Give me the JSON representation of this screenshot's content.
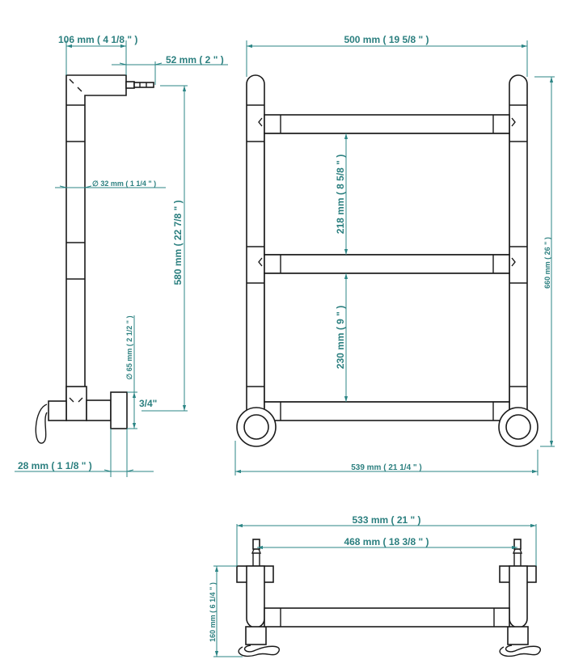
{
  "side_view": {
    "width_top": "106 mm ( 4 1/8 \" )",
    "plug_length": "52 mm ( 2 \" )",
    "height": "580 mm ( 22 7/8 \" )",
    "tube_diameter": "∅ 32 mm ( 1 1/4 \" )",
    "flange_diameter": "∅ 65 mm ( 2 1/2 \" )",
    "thread": "3/4\"",
    "flange_depth": "28 mm ( 1 1/8 \" )"
  },
  "front_view": {
    "width": "500 mm ( 19 5/8 \" )",
    "height": "660 mm ( 26 \" )",
    "upper_gap": "218 mm ( 8 5/8 \" )",
    "lower_gap": "230 mm ( 9 \" )",
    "overall_width": "539 mm ( 21 1/4 \" )"
  },
  "top_view": {
    "overall_width": "533 mm ( 21 \" )",
    "centers": "468 mm ( 18 3/8 \" )",
    "depth": "160 mm ( 6 1/4 \" )"
  },
  "colors": {
    "dimension": "#2b8585",
    "outline": "#1a1a1a"
  }
}
